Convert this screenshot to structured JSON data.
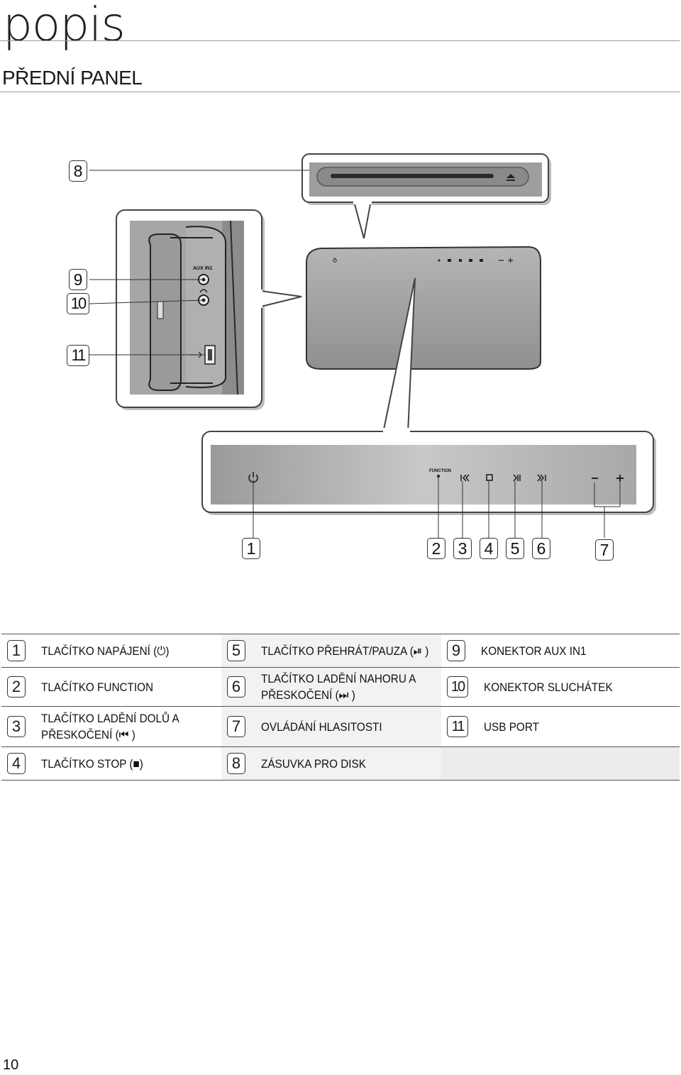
{
  "header": {
    "title": "popis"
  },
  "section": {
    "title": "PŘEDNÍ PANEL"
  },
  "device": {
    "side_panel_label": "AUX IN1",
    "function_label": "FUNCTION"
  },
  "callouts": [
    "1",
    "2",
    "3",
    "4",
    "5",
    "6",
    "7",
    "8",
    "9",
    "10",
    "11"
  ],
  "legend": {
    "rows": [
      [
        {
          "num": "1",
          "lines": [
            "TLAČÍTKO NAPÁJENÍ (⏻)"
          ]
        },
        {
          "num": "5",
          "lines": [
            "TLAČÍTKO PŘEHRÁT/PAUZA (⏯ )"
          ]
        },
        {
          "num": "9",
          "lines": [
            "KONEKTOR AUX IN1"
          ]
        }
      ],
      [
        {
          "num": "2",
          "lines": [
            "TLAČÍTKO FUNCTION"
          ]
        },
        {
          "num": "6",
          "lines": [
            "TLAČÍTKO LADĚNÍ NAHORU A",
            "PŘESKOČENÍ (⏭ )"
          ]
        },
        {
          "num": "10",
          "lines": [
            "KONEKTOR SLUCHÁTEK"
          ]
        }
      ],
      [
        {
          "num": "3",
          "lines": [
            "TLAČÍTKO LADĚNÍ DOLŮ A",
            "PŘESKOČENÍ (⏮ )"
          ]
        },
        {
          "num": "7",
          "lines": [
            "OVLÁDÁNÍ HLASITOSTI"
          ]
        },
        {
          "num": "11",
          "lines": [
            "USB PORT"
          ]
        }
      ],
      [
        {
          "num": "4",
          "lines": [
            "TLAČÍTKO STOP (■)"
          ]
        },
        {
          "num": "8",
          "lines": [
            "ZÁSUVKA PRO DISK"
          ]
        },
        {
          "num": "",
          "lines": []
        }
      ]
    ]
  },
  "page_number": "10"
}
